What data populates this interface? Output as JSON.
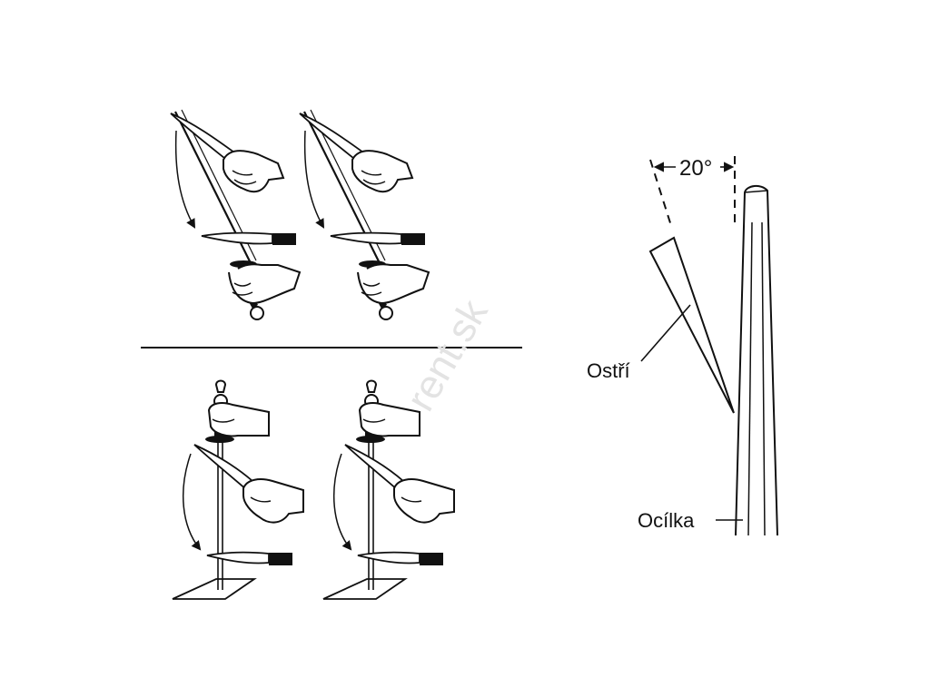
{
  "labels": {
    "angle": "20°",
    "blade": "Ostří",
    "steel": "Ocílka"
  },
  "watermark": "rent.sk",
  "colors": {
    "line": "#111111",
    "background": "#ffffff",
    "watermark": "#e3e3e3"
  },
  "figures": {
    "top_panels": 2,
    "bottom_panels": 2
  }
}
